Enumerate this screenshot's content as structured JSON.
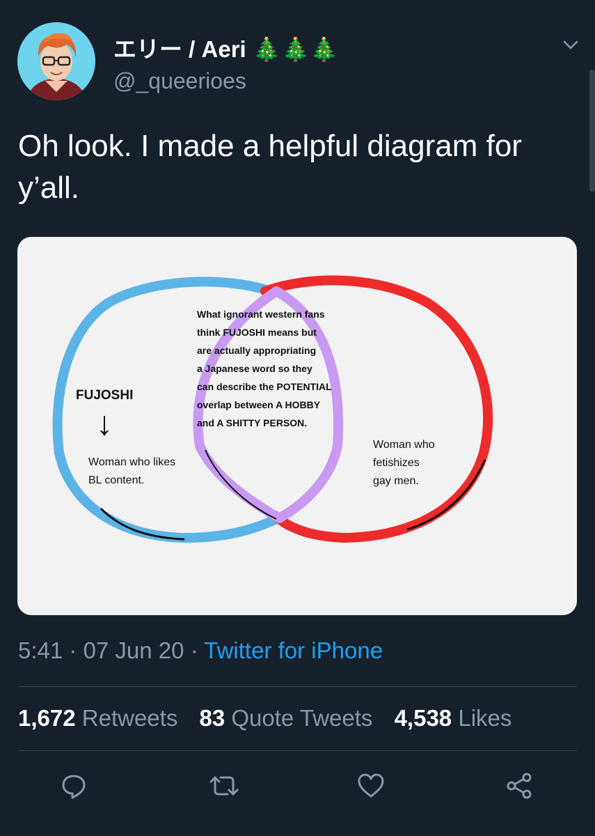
{
  "user": {
    "display_name": "エリー / Aeri 🎄🎄🎄",
    "handle": "@_queerioes"
  },
  "tweet": {
    "text": "Oh look. I made a helpful diagram for y’all."
  },
  "media": {
    "fujoshi_label": "FUJOSHI",
    "left_text": "Woman who likes\nBL content.",
    "middle_text": "What ignorant western fans\nthink FUJOSHI means but\nare actually appropriating\na Japanese word so they\ncan describe the POTENTIAL\noverlap between A HOBBY\nand A SHITTY PERSON.",
    "right_text": "Woman who\nfetishizes\ngay men.",
    "arrow_glyph": "↓",
    "colors": {
      "left_circle": "#5bb4e5",
      "right_circle": "#ee2b2b",
      "overlap": "#c89af2"
    }
  },
  "meta": {
    "time": "5:41",
    "separator1": " · ",
    "date": "07 Jun 20",
    "separator2": " · ",
    "source": "Twitter for iPhone"
  },
  "stats": {
    "retweets_count": "1,672",
    "retweets_label": "Retweets",
    "quotes_count": "83",
    "quotes_label": "Quote Tweets",
    "likes_count": "4,538",
    "likes_label": "Likes"
  },
  "actions": [
    "reply-icon",
    "retweet-icon",
    "like-icon",
    "share-icon"
  ],
  "colors": {
    "background": "#15202b",
    "secondary_text": "#8899a6",
    "link": "#1da1f2",
    "divider": "#38444d"
  }
}
